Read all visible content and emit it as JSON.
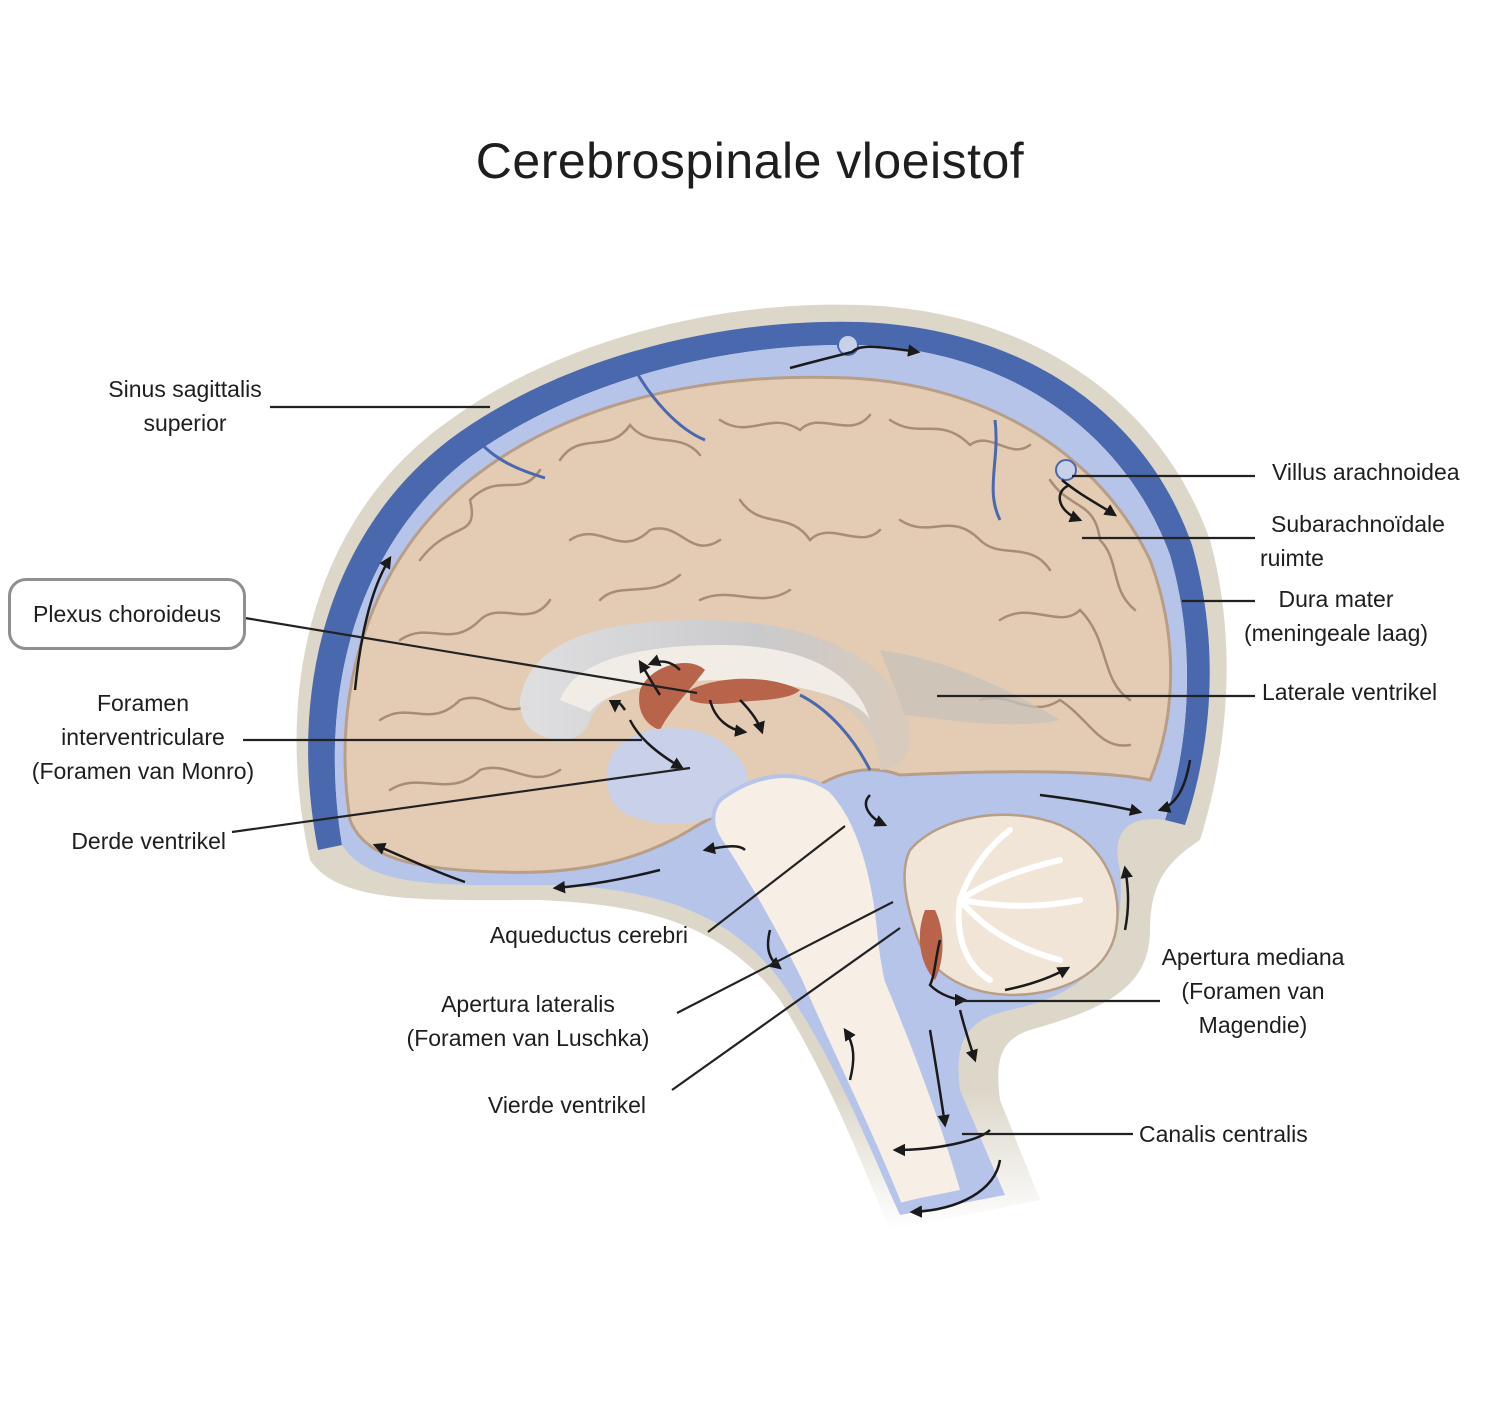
{
  "title": "Cerebrospinale vloeistof",
  "colors": {
    "brain": "#e3cbb4",
    "brain_outline": "#b89e86",
    "sulcus": "#a88d76",
    "csf_space": "#b7c4ea",
    "dura_sinus": "#4a68ad",
    "skull": "#ddd7ca",
    "choroid_plexus": "#b7644a",
    "brainstem": "#f7eee6",
    "arrow": "#1a1a1a",
    "leader": "#222222",
    "highlight_box": "#8f8f8f"
  },
  "labels": {
    "sinus_sagittalis": [
      "Sinus sagittalis",
      "superior"
    ],
    "plexus_choroideus": "Plexus choroideus",
    "foramen_interventriculare": [
      "Foramen",
      "interventriculare",
      "(Foramen van Monro)"
    ],
    "derde_ventrikel": "Derde ventrikel",
    "aqueductus_cerebri": "Aqueductus cerebri",
    "apertura_lateralis": [
      "Apertura lateralis",
      "(Foramen van Luschka)"
    ],
    "vierde_ventrikel": "Vierde ventrikel",
    "villus_arachnoidea": "Villus arachnoidea",
    "subarachnoidale_ruimte": [
      "Subarachnoïdale",
      "ruimte"
    ],
    "dura_mater": [
      "Dura mater",
      "(meningeale laag)"
    ],
    "laterale_ventrikel": "Laterale ventrikel",
    "apertura_mediana": [
      "Apertura mediana",
      "(Foramen van",
      "Magendie)"
    ],
    "canalis_centralis": "Canalis centralis"
  }
}
